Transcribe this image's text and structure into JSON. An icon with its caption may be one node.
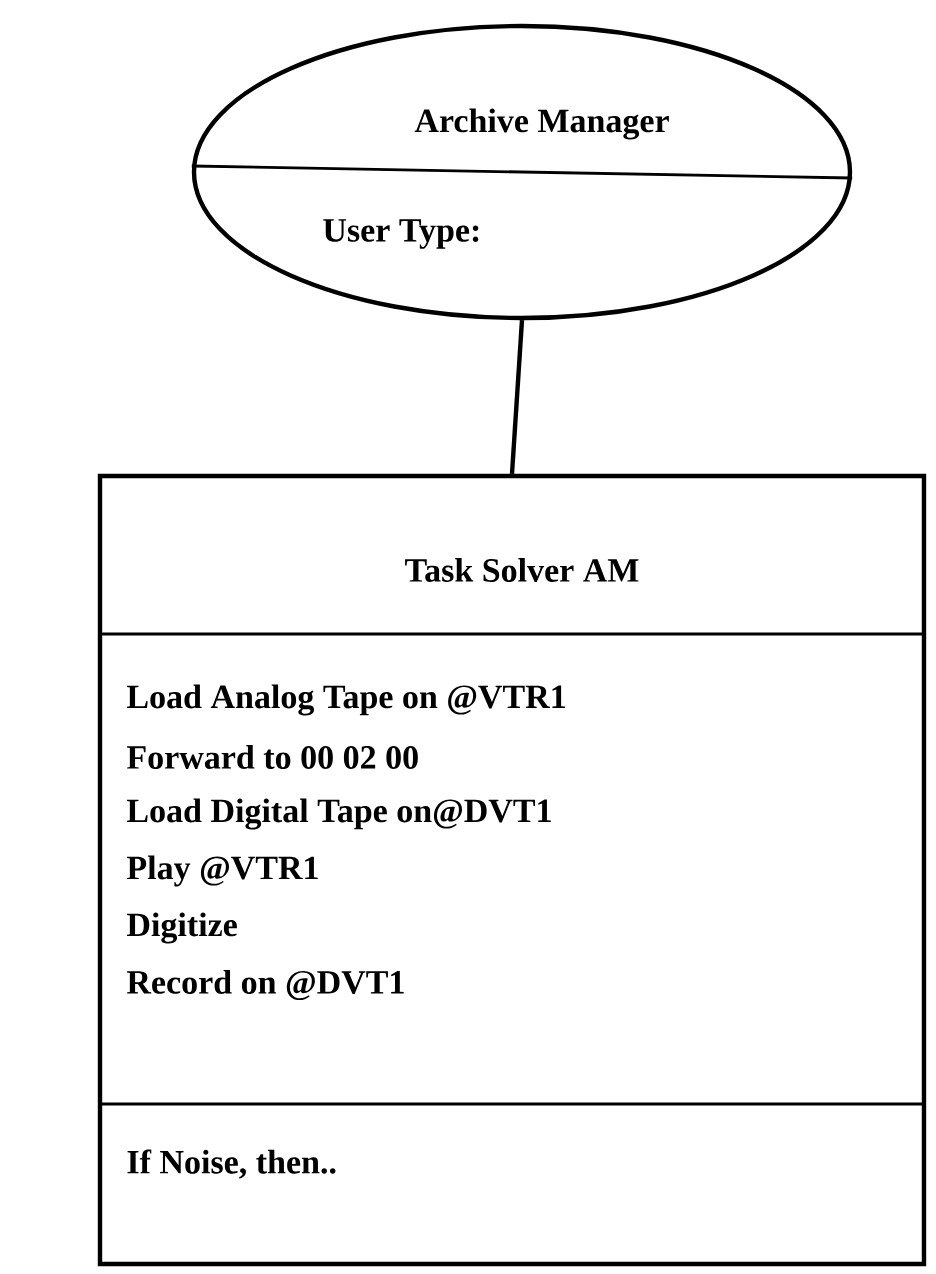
{
  "diagram": {
    "nodes": [
      {
        "text": [
          "Archive Manager",
          "User Type:"
        ]
      },
      {
        "text": [
          "Task Solver AM",
          "Load Analog Tape on @VTR1",
          "Forward to 00 02 00",
          "Load Digital Tape on@DVT1",
          "Play @VTR1",
          "Digitize",
          "Record on @DVT1",
          "If Noise, then.."
        ]
      }
    ],
    "edges": [
      {
        "from": 0,
        "to": 1,
        "arrow": "none"
      }
    ]
  }
}
